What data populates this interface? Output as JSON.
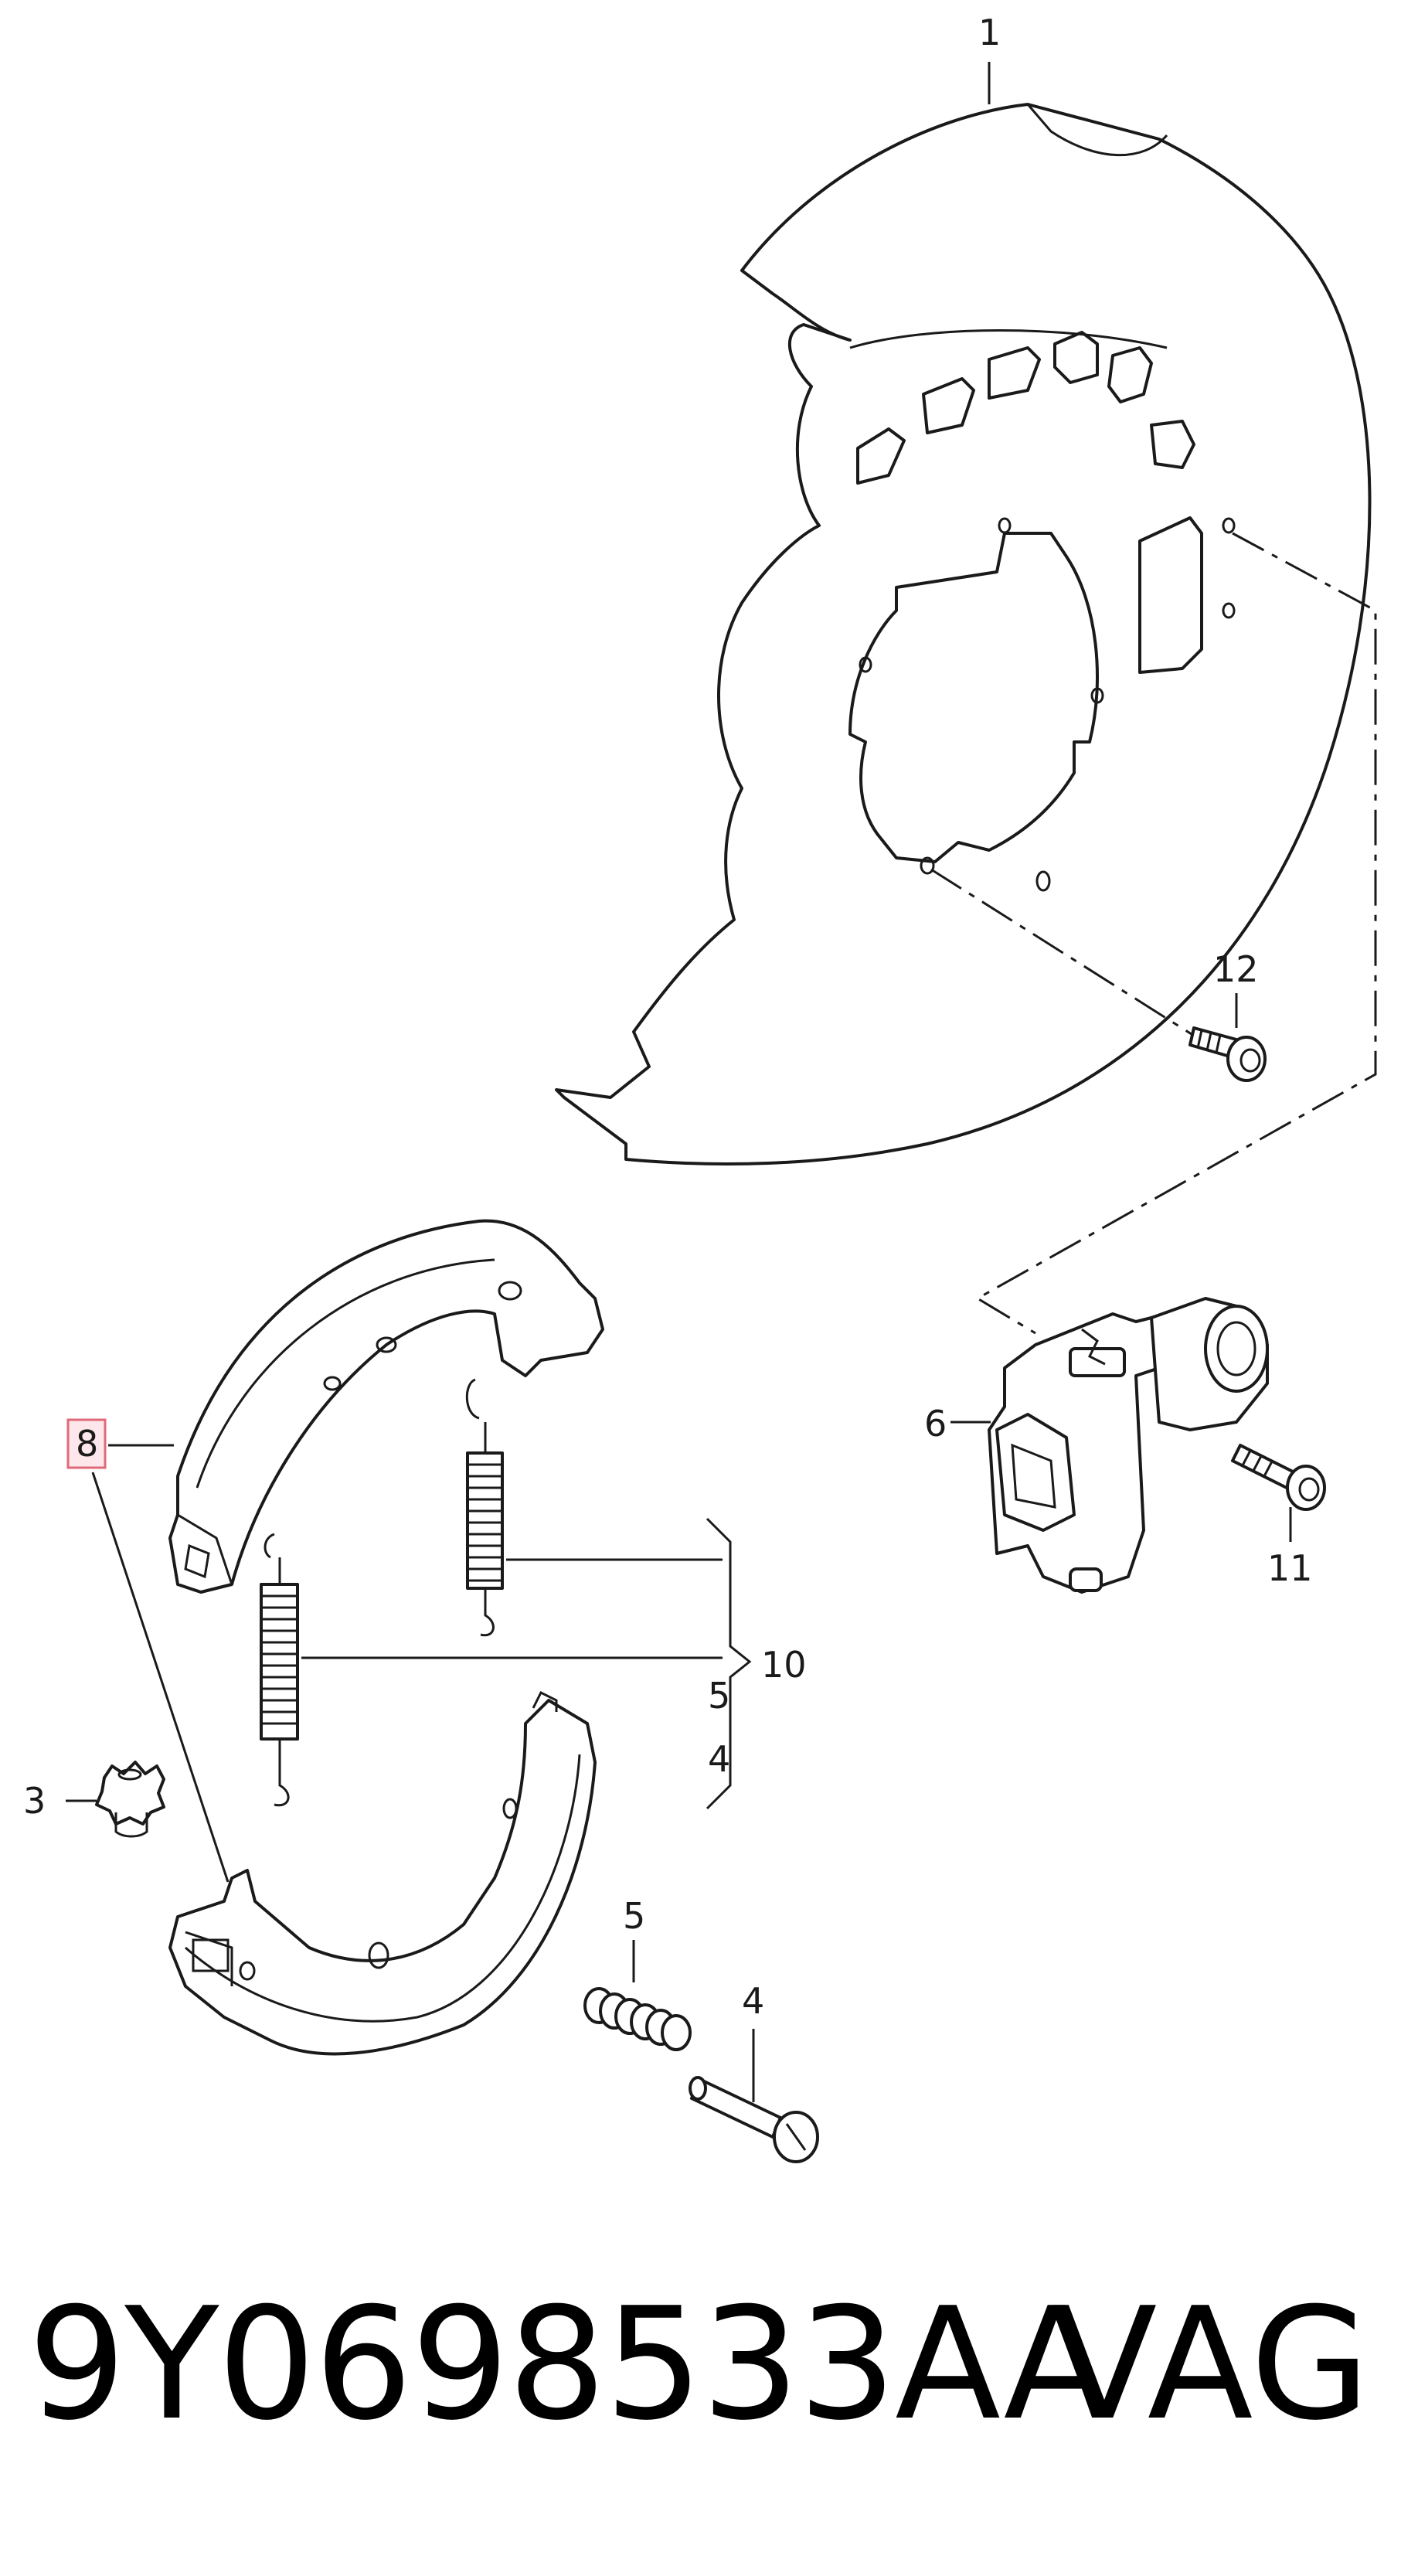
{
  "callouts": {
    "c1": "1",
    "c12": "12",
    "c6": "6",
    "c11": "11",
    "c8": "8",
    "c10": "10",
    "c5a": "5",
    "c4a": "4",
    "c3": "3",
    "c5b": "5",
    "c4b": "4"
  },
  "footer": {
    "part_number": "9Y0698533AA",
    "brand": "VAG"
  },
  "colors": {
    "highlight_fill": "#fde7ea",
    "highlight_stroke": "#e06a7a",
    "line": "#1a1a1a"
  }
}
